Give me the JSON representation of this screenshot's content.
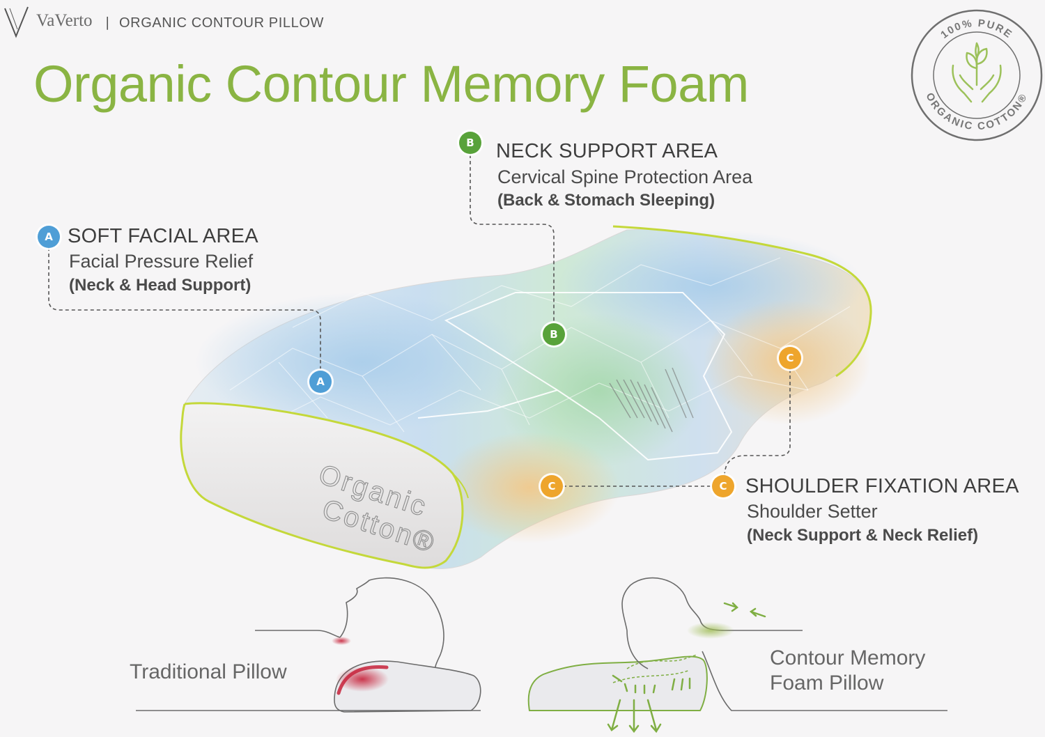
{
  "brand": {
    "logo_icon": "v-monogram-icon",
    "name": "VaVerto",
    "separator": "|",
    "product": "ORGANIC CONTOUR PILLOW"
  },
  "title": "Organic Contour Memory Foam",
  "seal": {
    "top_text": "100% PURE",
    "bottom_text": "ORGANIC COTTON®",
    "icon": "hands-plant-icon"
  },
  "zones": {
    "a": {
      "marker": "A",
      "title": "SOFT FACIAL AREA",
      "subtitle": "Facial Pressure Relief",
      "note": "(Neck & Head Support)"
    },
    "b": {
      "marker": "B",
      "title": "NECK SUPPORT AREA",
      "subtitle": "Cervical Spine Protection Area",
      "note": "(Back & Stomach Sleeping)"
    },
    "c": {
      "marker": "C",
      "title": "SHOULDER FIXATION AREA",
      "subtitle": "Shoulder Setter",
      "note": "(Neck Support & Neck Relief)"
    }
  },
  "pillow_text": {
    "line1": "Organic",
    "line2": "Cotton®"
  },
  "comparison": {
    "traditional_label": "Traditional Pillow",
    "contour_label_line1": "Contour Memory",
    "contour_label_line2": "Foam Pillow"
  },
  "colors": {
    "title_green": "#8ab443",
    "zone_a_blue": "#4f9ed6",
    "zone_b_green": "#58a23a",
    "zone_c_orange": "#eea52c",
    "piping_lime": "#c4d83a",
    "pressure_red": "#c7223a"
  }
}
